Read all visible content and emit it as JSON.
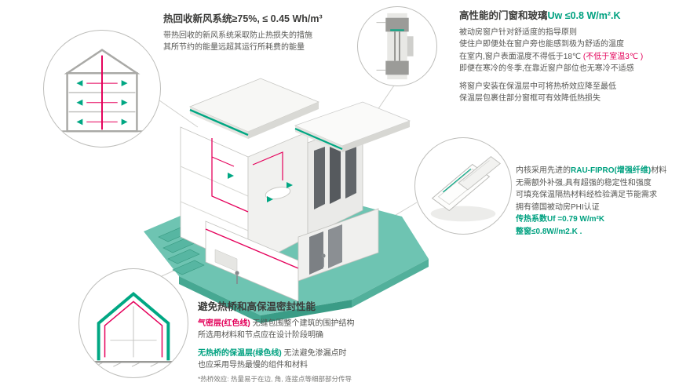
{
  "colors": {
    "green": "#00a180",
    "red": "#e30059",
    "teal_base": "#6ec4b2",
    "dark_text": "#3c3c3a"
  },
  "insets": {
    "ventilation_icon": "house-ventilation-cross-section",
    "window_section_icon": "window-installation-section",
    "frame_icon": "window-frame-profile",
    "insulation_icon": "insulation-airtight-cross-section"
  },
  "callouts": {
    "ventilation": {
      "heading": "热回收新风系统≥75%, ≤ 0.45 Wh/m³",
      "body1": "带热回收的新风系统采取防止热损失的措施",
      "body2": "其所节约的能量远超其运行所耗费的能量"
    },
    "windows": {
      "heading_main": "高性能的门窗和玻璃",
      "heading_value": "Uw ≤0.8 W/m².K",
      "body1": "被动房窗户针对舒适度的指导原则",
      "body2": "使住户即便处在窗户旁也能感到极为舒适的温度",
      "body3_black": "在室内,窗户表面温度不得低于18℃ ",
      "body3_red": "(不低于室温3℃ )",
      "body4": "即便在寒冷的冬季,在靠近窗户部位也无寒冷不适感",
      "body5": "将窗户安装在保温层中可将热桥效应降至最低",
      "body6": "保温层包裹住部分窗框可有效降低热损失"
    },
    "frame": {
      "line1_pre": "内核采用先进的",
      "line1_green": "RAU-FIPRO(增强纤维)",
      "line1_post": "材料",
      "line2": "无需额外补强,具有超强的稳定性和强度",
      "line3": "可填充保温隔热材料经检验满足节能需求",
      "line4": "拥有德国被动房PHI认证",
      "line5": "传热系数Uf =0.79 W/m²K",
      "line6": "整窗≤0.8W//m2.K ."
    },
    "thermal": {
      "heading": "避免热桥和高保温密封性能",
      "airtight_label": "气密层(红色线)",
      "airtight_text": " 无缝包围整个建筑的围护结构",
      "airtight_line2": "所选用材料和节点应在设计阶段明确",
      "insulation_label": "无热桥的保温层(绿色线)",
      "insulation_text": " 无法避免渗漏点时",
      "insulation_line2": "也应采用导热最慢的组件和材料",
      "footnote": "*热桥效应: 热量易于在边, 角, 连接点等细部部分传导"
    }
  }
}
